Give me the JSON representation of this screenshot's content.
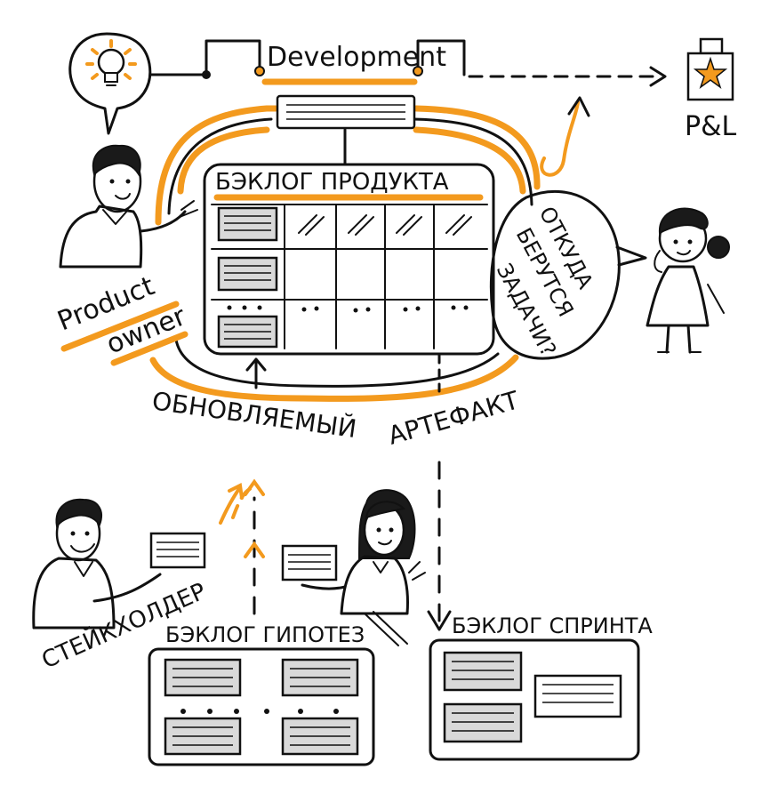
{
  "labels": {
    "development": "Development",
    "pl": "P&L",
    "product_backlog": "БЭКЛОГ ПРОДУКТА",
    "product_owner_line1": "Product",
    "product_owner_line2": "owner",
    "question_line1": "ОТКУДА",
    "question_line2": "БЕРУТСЯ",
    "question_line3": "ЗАДАЧИ?",
    "updated_artifact_1": "ОБНОВЛЯЕМЫЙ",
    "updated_artifact_2": "АРТЕФАКТ",
    "stakeholder": "СТЕЙКХОЛДЕР",
    "hypothesis_backlog": "БЭКЛОГ ГИПОТЕЗ",
    "sprint_backlog": "БЭКЛОГ СПРИНТА"
  },
  "icons": [
    "lightbulb-icon",
    "star-icon",
    "arrow-icon"
  ],
  "colors": {
    "accent": "#f39a1e",
    "ink": "#111111",
    "card": "#d9d9d9"
  }
}
